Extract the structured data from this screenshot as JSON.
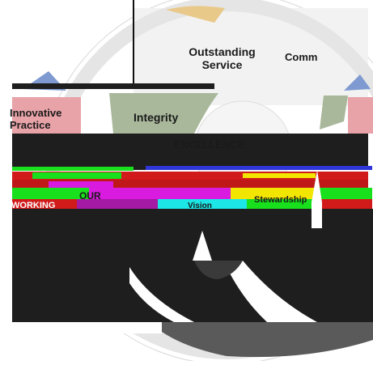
{
  "wheel": {
    "segments": {
      "outstanding_service": "Outstanding\nService",
      "community": "Comm",
      "innovative_practice": "Innovative\nPractice",
      "integrity": "Integrity",
      "excellence": "EXCELLENCE",
      "our": "OUR",
      "working": "WORKING",
      "vision": "Vision",
      "stewardship": "Stewardship"
    }
  },
  "colors": {
    "outer_ring": "#dcdcdc",
    "integrity_fill": "#a9b89b",
    "innovative_fill": "#e8a3a8",
    "innovative_blue": "#7e9ad1",
    "excellence_band": "#c8c8c8",
    "glitch_dark": "#1e1e1e",
    "glitch_green": "#19e01c",
    "glitch_magenta": "#d91be0",
    "glitch_red": "#d11a1a",
    "glitch_yellow": "#f2e600",
    "glitch_cyan": "#1ce6e6",
    "glitch_blue": "#2f36d8",
    "glitch_grey": "#5a5a5a",
    "wedge_gold": "#e9c98a"
  }
}
